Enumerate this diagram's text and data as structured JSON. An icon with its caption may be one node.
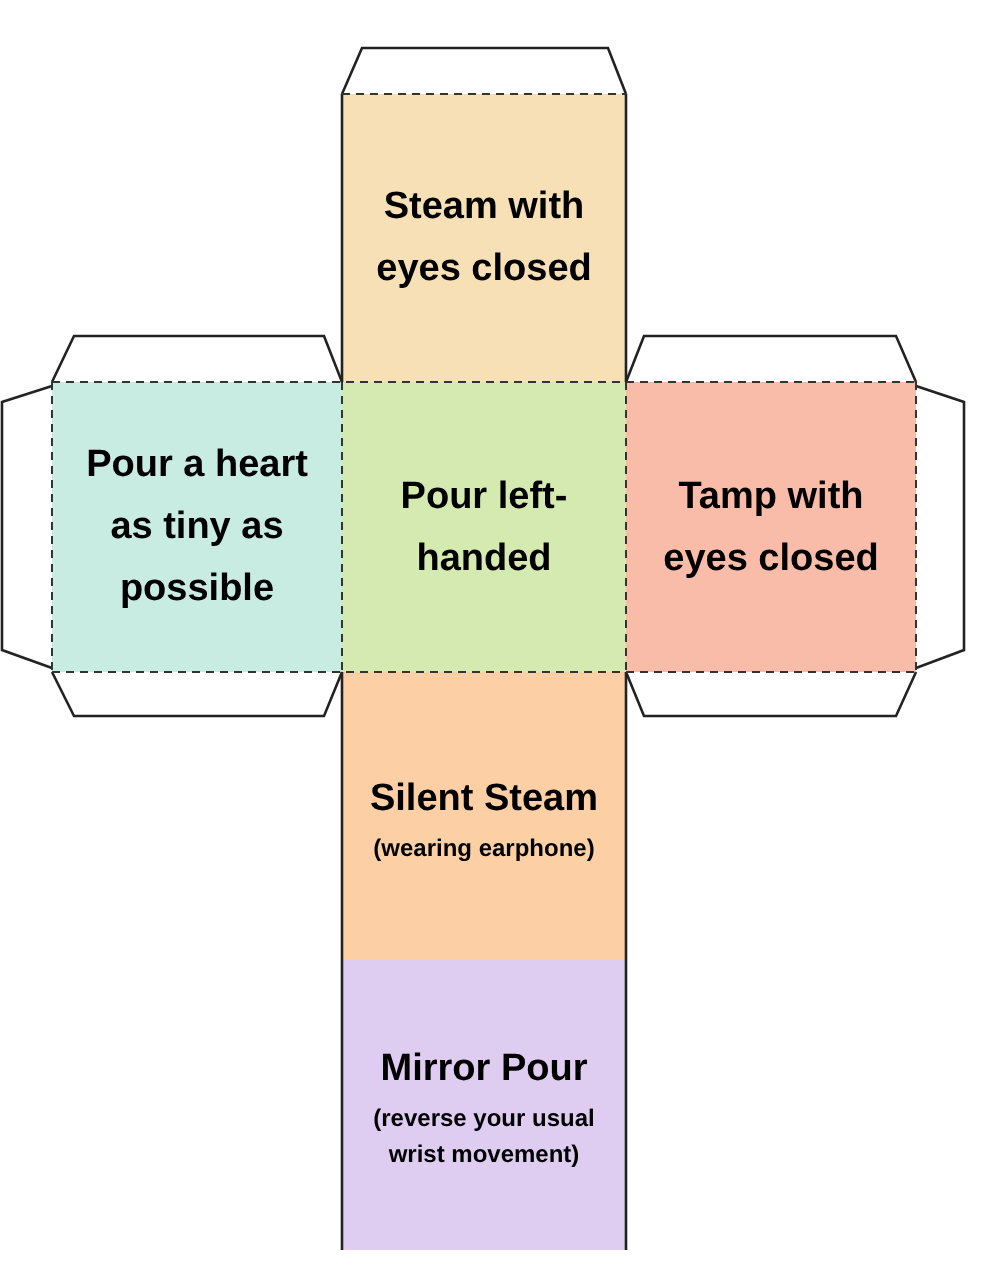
{
  "diagram": {
    "nodes": [
      {
        "text": [
          "Steam with eyes closed"
        ]
      },
      {
        "text": [
          "Pour a heart as tiny as possible"
        ]
      },
      {
        "text": [
          "Pour left-handed"
        ]
      },
      {
        "text": [
          "Tamp with eyes closed"
        ]
      },
      {
        "text": [
          "Silent Steam",
          "(wearing earphone)"
        ]
      },
      {
        "text": [
          "Mirror Pour",
          "(reverse your usual wrist movement)"
        ]
      }
    ]
  }
}
